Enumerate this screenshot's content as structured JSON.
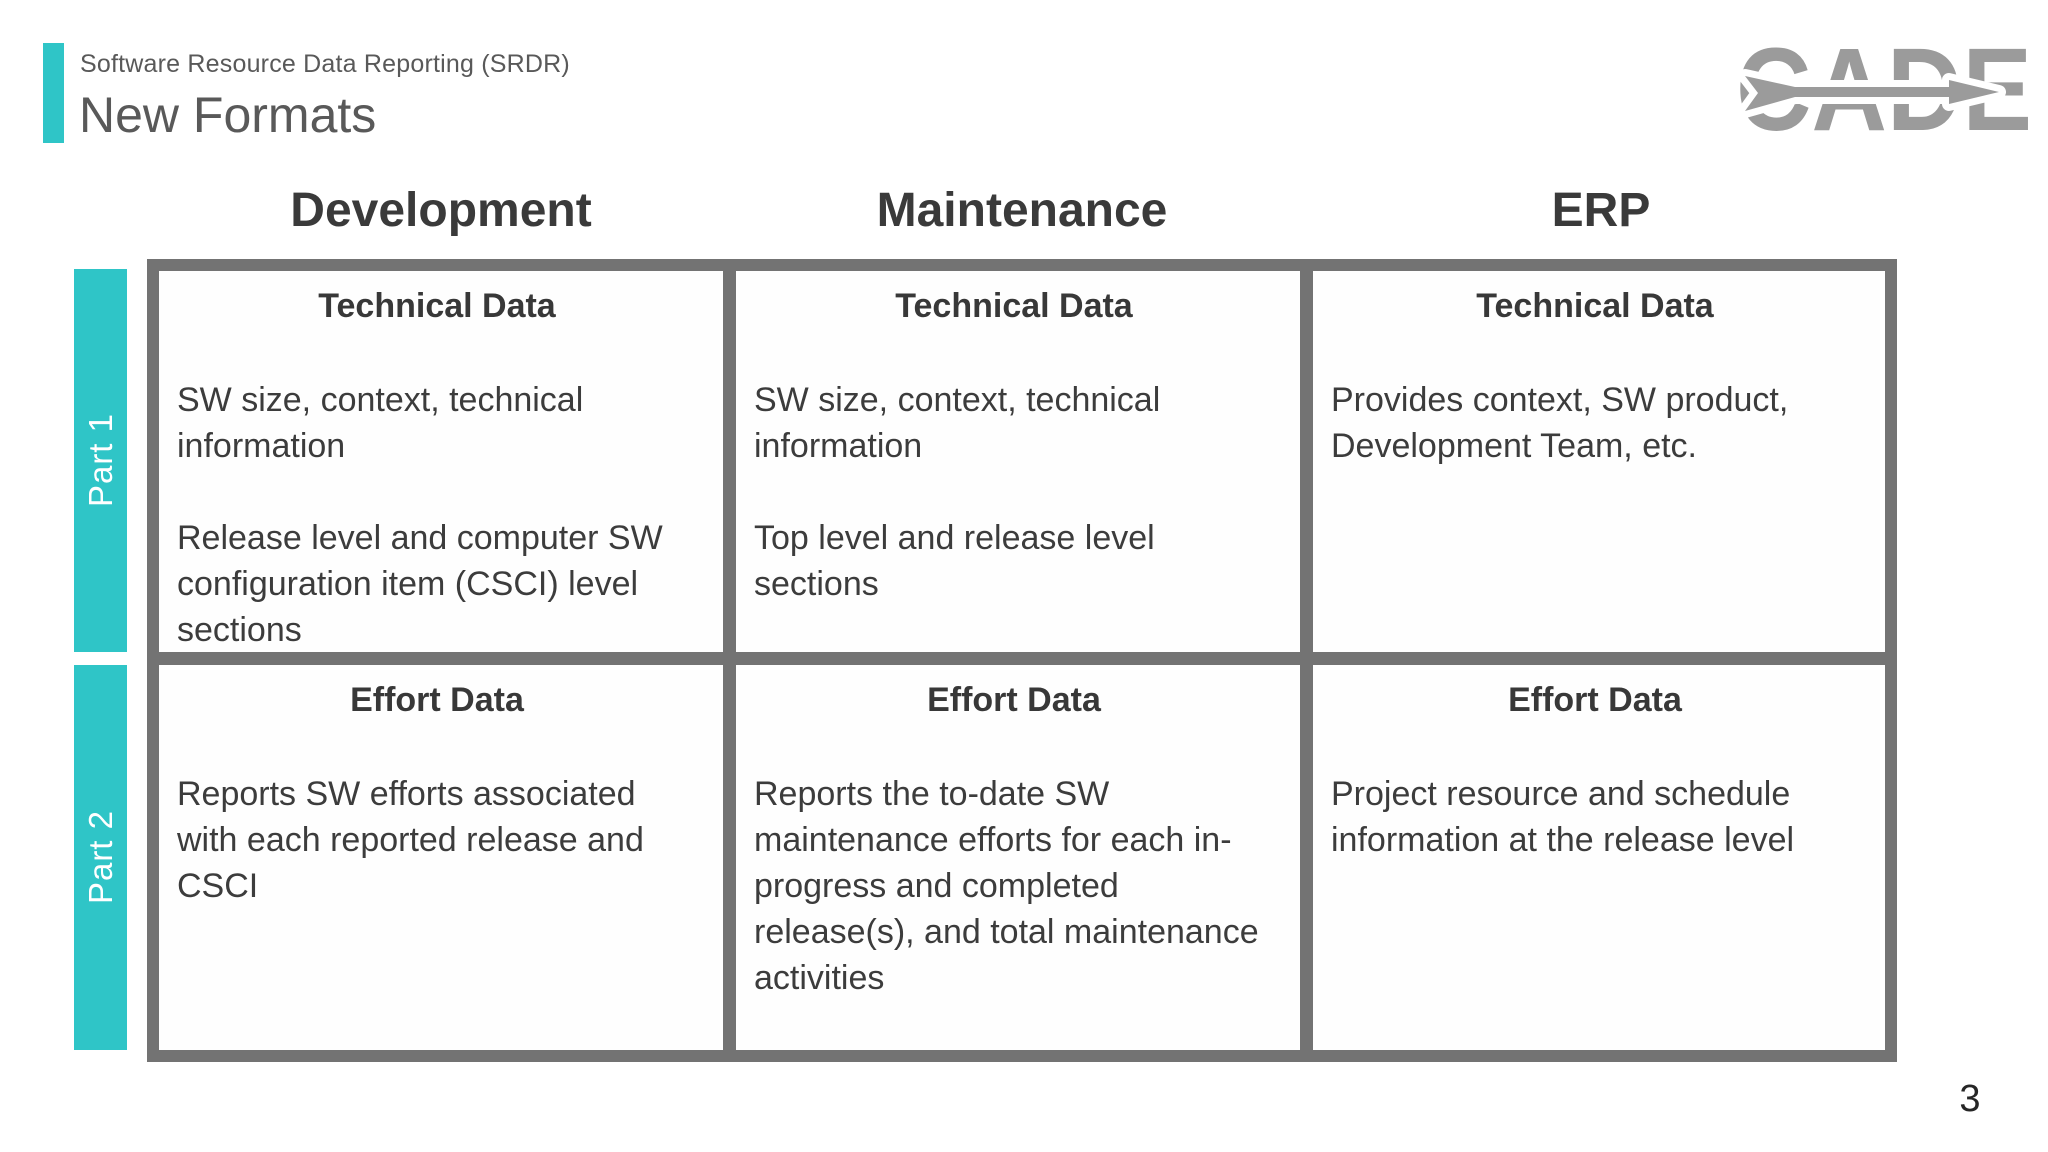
{
  "header": {
    "eyebrow": "Software Resource Data Reporting (SRDR)",
    "title": "New Formats"
  },
  "logo": {
    "text": "CADE"
  },
  "columns": [
    "Development",
    "Maintenance",
    "ERP"
  ],
  "rows": [
    {
      "part": "Part 1",
      "cells": [
        {
          "heading": "Technical Data",
          "paragraphs": [
            "SW size, context, technical information",
            "Release level and computer SW configuration item (CSCI) level sections"
          ]
        },
        {
          "heading": "Technical Data",
          "paragraphs": [
            "SW size, context, technical information",
            "Top level and release level sections"
          ]
        },
        {
          "heading": "Technical Data",
          "paragraphs": [
            "Provides context, SW product, Development Team, etc."
          ]
        }
      ]
    },
    {
      "part": "Part 2",
      "cells": [
        {
          "heading": "Effort Data",
          "paragraphs": [
            "Reports SW efforts associated with each reported release and CSCI"
          ]
        },
        {
          "heading": "Effort Data",
          "paragraphs": [
            "Reports the to-date SW maintenance efforts for each in-progress and completed release(s), and total maintenance activities"
          ]
        },
        {
          "heading": "Effort Data",
          "paragraphs": [
            "Project resource and schedule information at the release level"
          ]
        }
      ]
    }
  ],
  "page_number": "3",
  "colors": {
    "accent_teal": "#2fc5c7",
    "border_gray": "#737373",
    "logo_gray": "#9b9b9b",
    "title_gray": "#595959",
    "body_text": "#3c3c3c"
  }
}
